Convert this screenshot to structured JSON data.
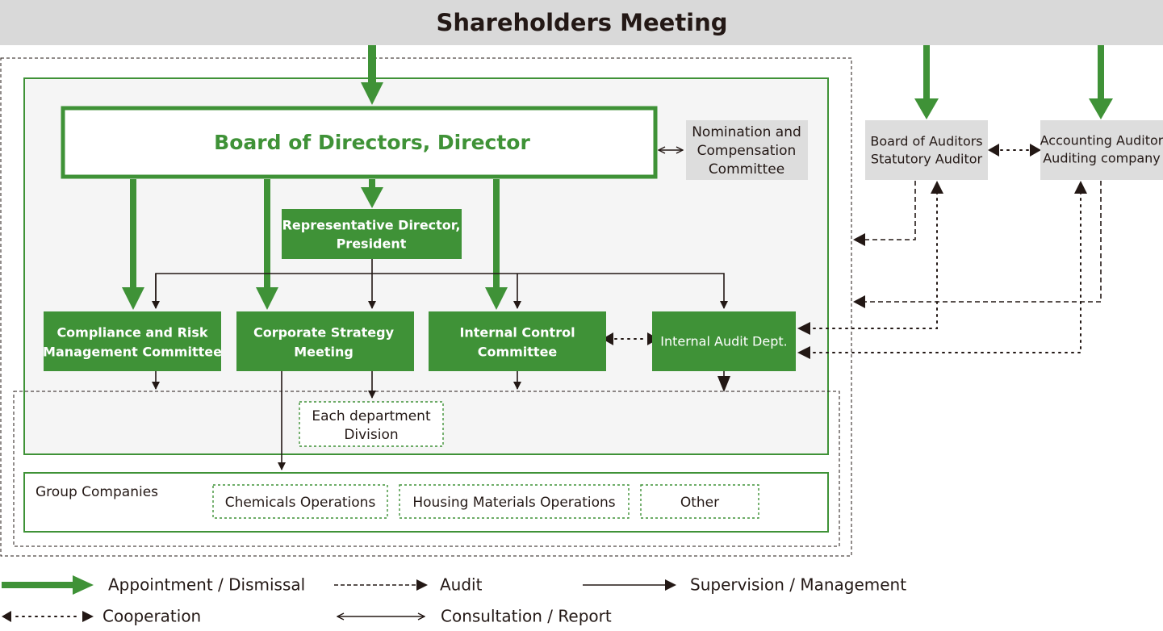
{
  "title": "Shareholders Meeting",
  "colors": {
    "green": "#3f9237",
    "dark": "#231815",
    "gray_box": "#dddddd",
    "panel": "#f5f5f5",
    "header": "#d9d9d9"
  },
  "nodes": {
    "board": "Board of Directors, Director",
    "nomination": [
      "Nomination and",
      "Compensation",
      "Committee"
    ],
    "auditors": [
      "Board of Auditors",
      "Statutory Auditor"
    ],
    "accounting": [
      "Accounting Auditor",
      "Auditing company"
    ],
    "president": [
      "Representative Director,",
      "President"
    ],
    "compliance": [
      "Compliance and Risk",
      "Management Committee"
    ],
    "strategy": [
      "Corporate Strategy",
      "Meeting"
    ],
    "internal_control": [
      "Internal Control",
      "Committee"
    ],
    "internal_audit": "Internal Audit Dept.",
    "each_department": [
      "Each department",
      "Division"
    ],
    "group_companies": "Group Companies",
    "chemicals": "Chemicals Operations",
    "housing": "Housing Materials Operations",
    "other": "Other"
  },
  "legend": {
    "appointment": "Appointment / Dismissal",
    "audit": "Audit",
    "supervision": "Supervision / Management",
    "cooperation": "Cooperation",
    "consultation": "Consultation / Report"
  }
}
